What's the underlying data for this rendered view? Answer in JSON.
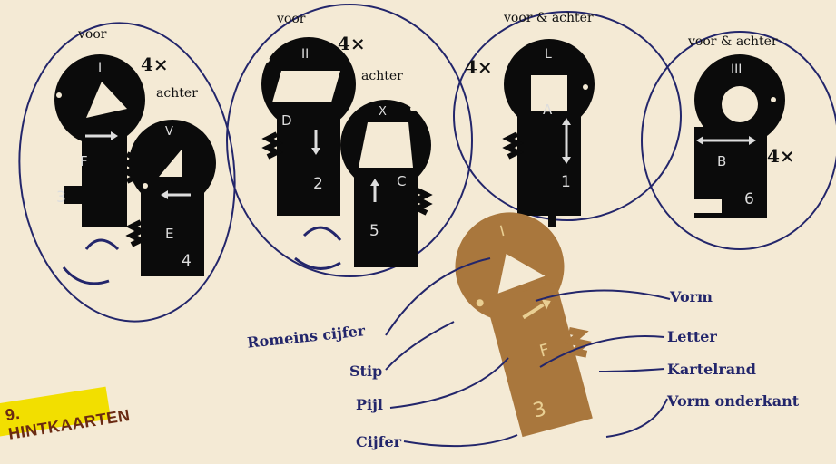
{
  "labels": {
    "voor": "voor",
    "achter": "achter",
    "voor_achter": "voor & achter",
    "count": "4×"
  },
  "cards": [
    {
      "id": "k1",
      "numeral": "I",
      "letter": "F",
      "number": "3",
      "arrow": "right"
    },
    {
      "id": "k1b",
      "numeral": "V",
      "letter": "E",
      "number": "4",
      "arrow": "left"
    },
    {
      "id": "k2",
      "numeral": "II",
      "letter": "D",
      "number": "2",
      "arrow": "down"
    },
    {
      "id": "k2b",
      "numeral": "X",
      "letter": "C",
      "number": "5",
      "arrow": "up"
    },
    {
      "id": "k3",
      "numeral": "L",
      "letter": "A",
      "number": "1",
      "arrow": "updown"
    },
    {
      "id": "k4",
      "numeral": "III",
      "letter": "B",
      "number": "6",
      "arrow": "leftright"
    }
  ],
  "example": {
    "numeral": "I",
    "letter": "F",
    "number": "3"
  },
  "callouts": {
    "vorm": "Vorm",
    "letter": "Letter",
    "kartelrand": "Kartelrand",
    "vorm_onderkant": "Vorm onderkant",
    "romeins_cijfer": "Romeins cijfer",
    "stip": "Stip",
    "pijl": "Pijl",
    "cijfer": "Cijfer"
  },
  "banner": "9. HINTKAARTEN",
  "colors": {
    "ink": "#23266b",
    "key": "#0b0b0b",
    "bronze": "#a9773d",
    "banner": "#f2df00"
  }
}
